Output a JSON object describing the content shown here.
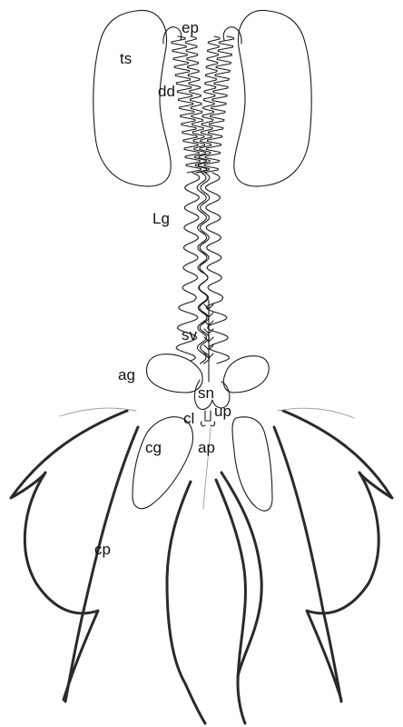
{
  "labels": {
    "ep": "ep",
    "ts": "ts",
    "dd": "dd",
    "lg": "Lg",
    "sv": "sv",
    "ag": "ag",
    "sn": "sn",
    "up": "up",
    "cl": "cl",
    "cg": "cg",
    "ap": "ap",
    "cp": "cp"
  },
  "colors": {
    "outline": "#1a1a1a",
    "thick_outline": "#2a2a2a",
    "faint_line": "#9a9a9a",
    "background": "#ffffff"
  }
}
